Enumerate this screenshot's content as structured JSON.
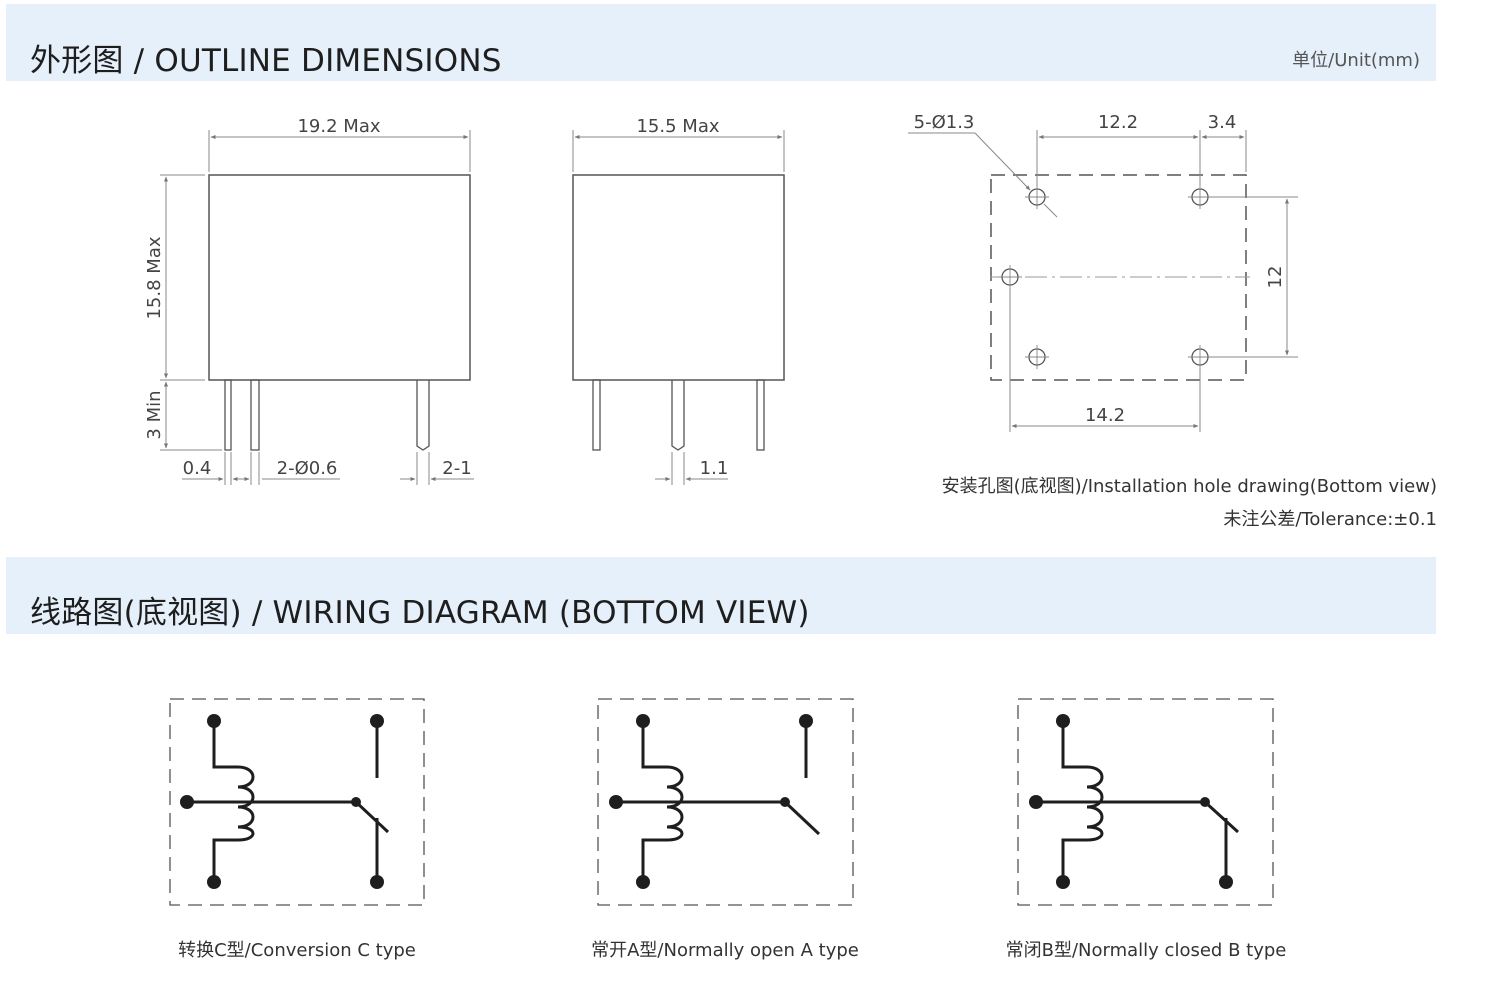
{
  "header_outline": {
    "title": "外形图 / OUTLINE DIMENSIONS",
    "unit": "单位/Unit(mm)"
  },
  "front_view": {
    "width": "19.2 Max",
    "height": "15.8 Max",
    "pin_length": "3 Min",
    "pin_thickness": "0.4",
    "pin_diameter": "2-Ø0.6",
    "pin_spacing": "2-1"
  },
  "side_view": {
    "width": "15.5 Max",
    "pin_width": "1.1"
  },
  "hole_view": {
    "holes": "5-Ø1.3",
    "dim_top": "12.2",
    "dim_top_right": "3.4",
    "dim_right": "12",
    "dim_bottom": "14.2",
    "caption": "安装孔图(底视图)/Installation hole drawing(Bottom view)",
    "tolerance": "未注公差/Tolerance:±0.1"
  },
  "header_wiring": {
    "title": "线路图(底视图) / WIRING DIAGRAM (BOTTOM VIEW)"
  },
  "wiring": {
    "type_c": "转换C型/Conversion C type",
    "type_a": "常开A型/Normally open A type",
    "type_b": "常闭B型/Normally closed B type"
  }
}
